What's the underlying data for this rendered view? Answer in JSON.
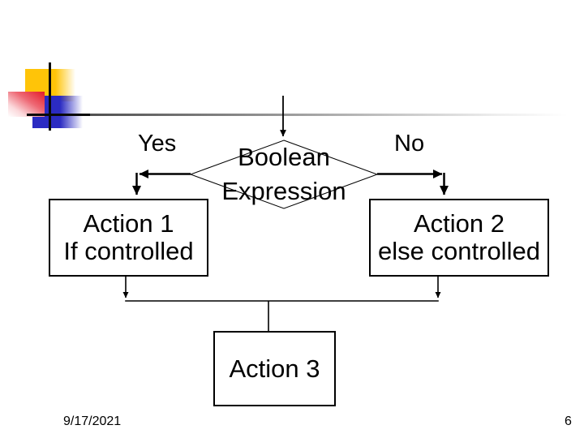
{
  "colors": {
    "yellow_square": "#FFC408",
    "red_square": "#E41B28",
    "blue_square": "#2B2BC2",
    "rule_gradient_start": "#4D4D4D",
    "ink": "#000000"
  },
  "flowchart": {
    "decision": {
      "line1": "Boolean",
      "line2": "Expression"
    },
    "branch_labels": {
      "yes": "Yes",
      "no": "No"
    },
    "action1": {
      "line1": "Action 1",
      "line2": "If controlled"
    },
    "action2": {
      "line1": "Action 2",
      "line2": "else controlled"
    },
    "action3": {
      "label": "Action 3"
    }
  },
  "footer": {
    "date": "9/17/2021",
    "page_number": "6"
  }
}
